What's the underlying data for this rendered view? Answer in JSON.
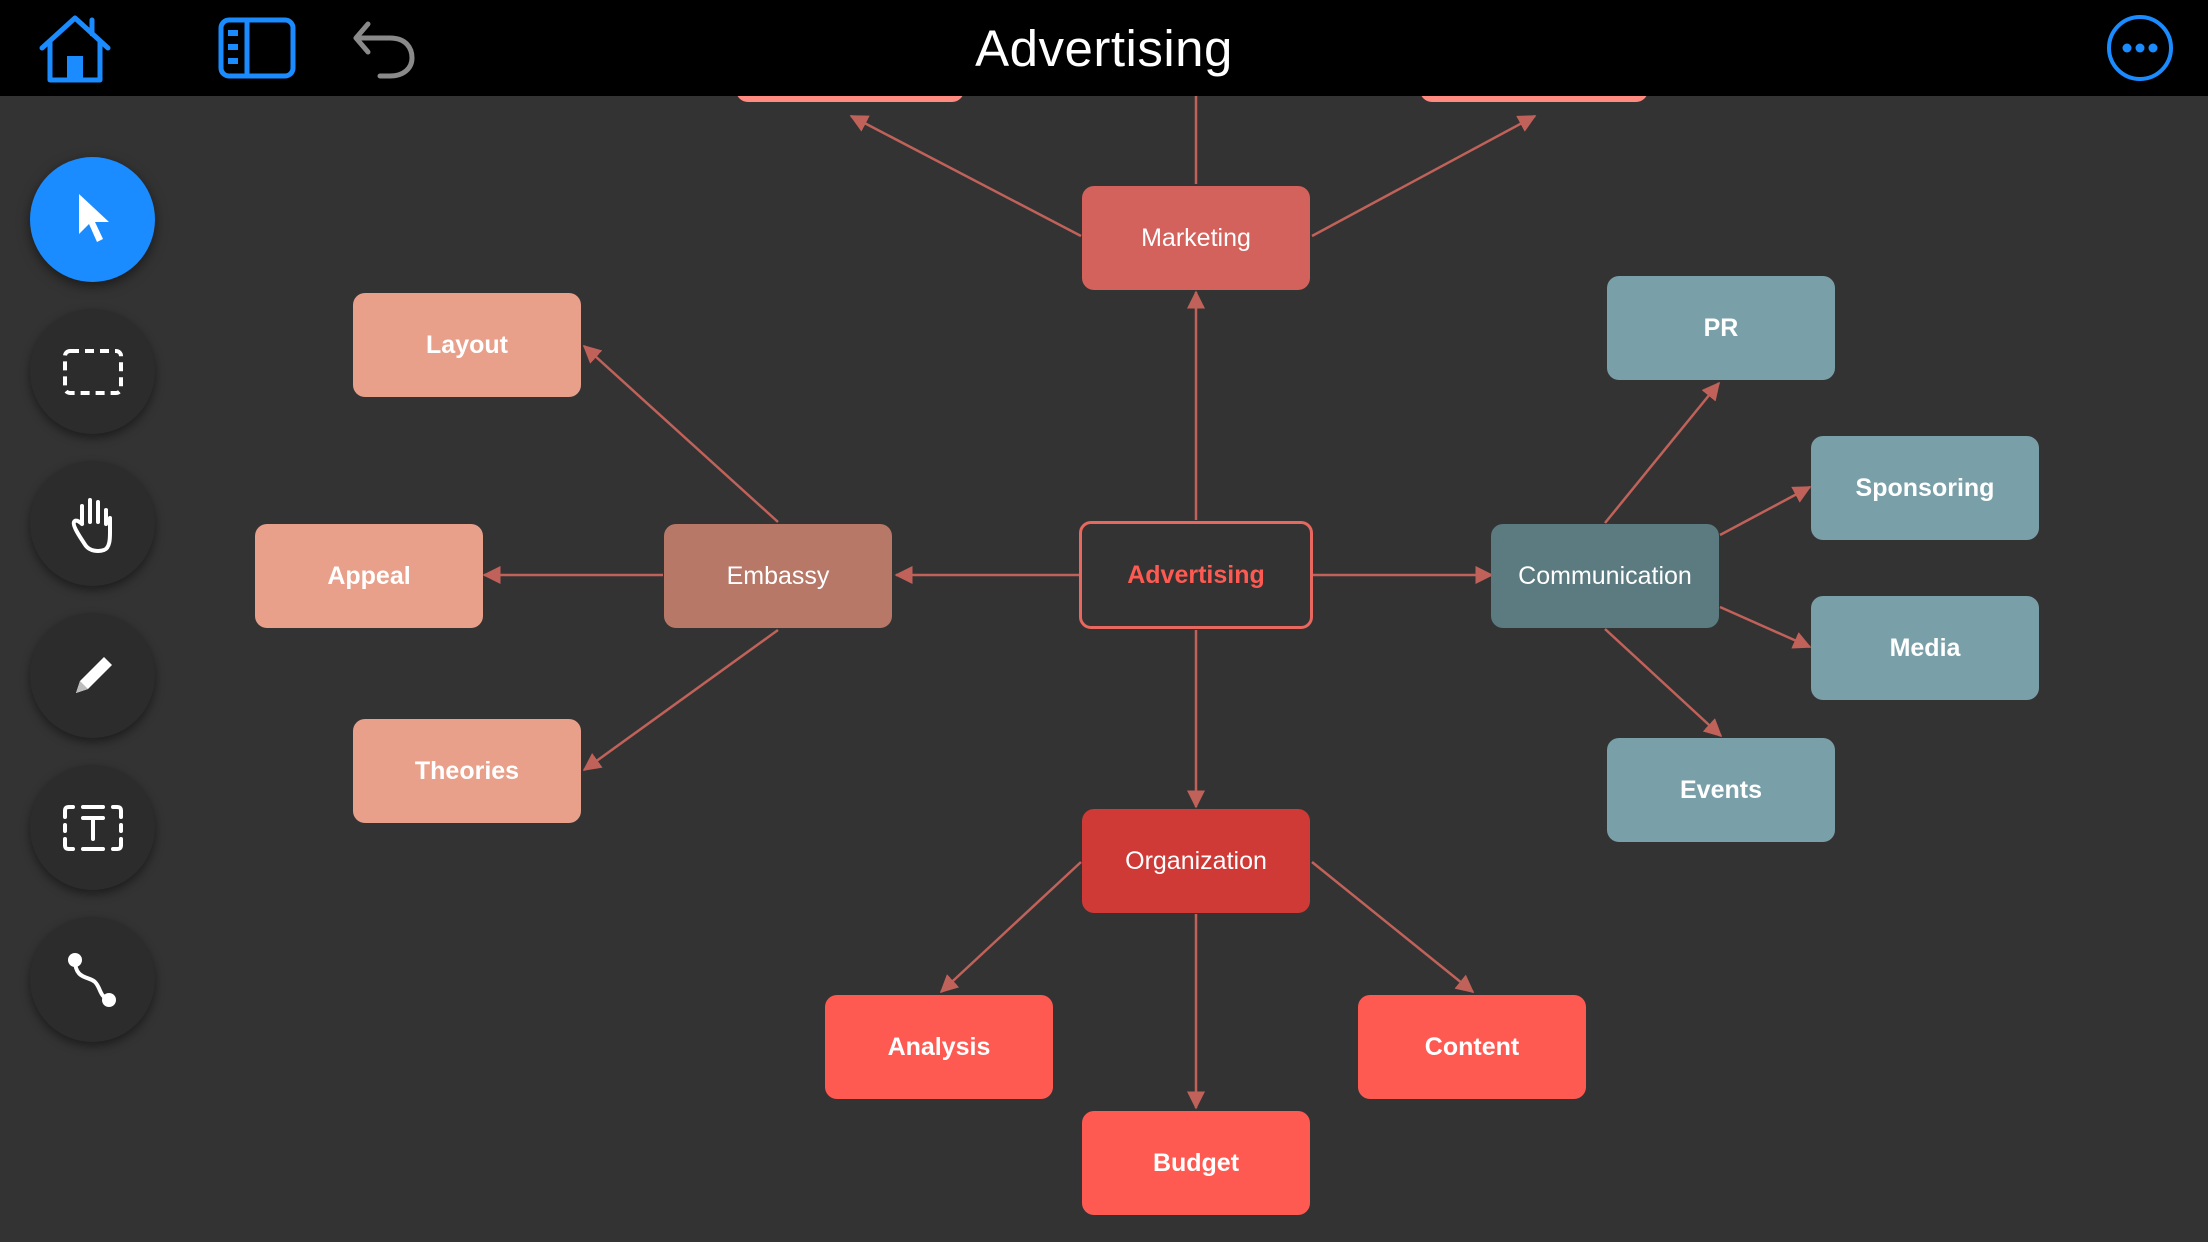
{
  "header": {
    "title": "Advertising",
    "icons": [
      "home-icon",
      "sidebar-panel-icon",
      "undo-icon",
      "more-icon"
    ]
  },
  "toolbar": {
    "tools": [
      "select-pointer-icon",
      "marquee-select-icon",
      "pan-hand-icon",
      "pencil-icon",
      "text-tool-icon",
      "connector-icon"
    ],
    "active_tool": "select-pointer-icon"
  },
  "colors": {
    "accent": "#1a8cff",
    "canvas_bg": "#333333",
    "edge": "#c0625a",
    "organization_branch": "#ff5a52",
    "marketing_branch": "#ff8a80",
    "embassy_branch": "#e8a08a",
    "communication_branch": "#79a0a8"
  },
  "mindmap": {
    "center": "Advertising",
    "marketing": "Marketing",
    "embassy": "Embassy",
    "communication": "Communication",
    "organization": "Organization",
    "layout": "Layout",
    "appeal": "Appeal",
    "theories": "Theories",
    "pr": "PR",
    "sponsoring": "Sponsoring",
    "media": "Media",
    "events": "Events",
    "analysis": "Analysis",
    "budget": "Budget",
    "content": "Content"
  }
}
